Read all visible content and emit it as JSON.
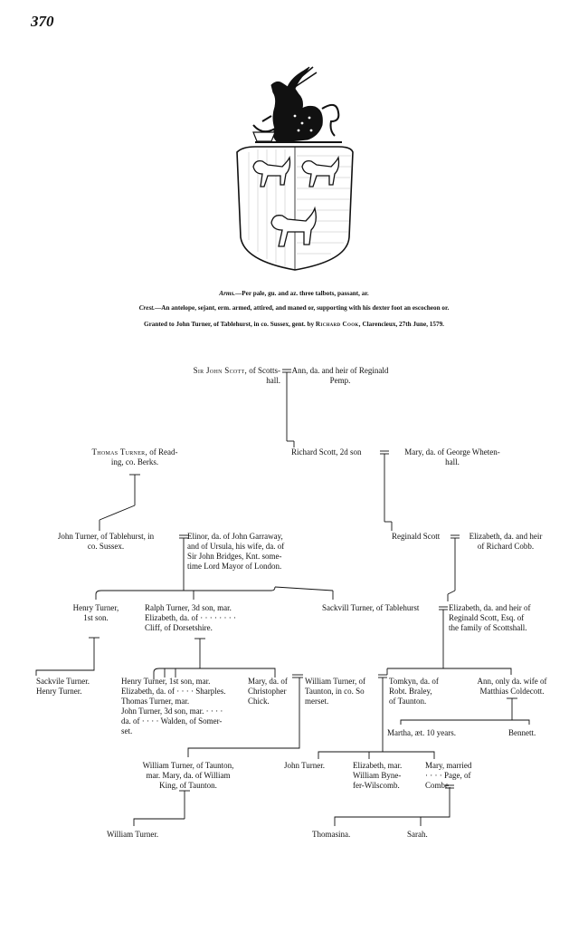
{
  "page_number": "370",
  "arms": {
    "arms_label": "Arms.",
    "arms_text": "—Per pale, gu. and az. three talbots, passant, ar.",
    "crest_label": "Crest.",
    "crest_text": "—An antelope, sejant, erm. armed, attired, and maned or, supporting with his dexter foot an escocheon or.",
    "grant_text": "Granted to John Turner, of Tablehurst, in co. Sussex, gent. by",
    "grant_herald": "Richard Cook,",
    "grant_date": "Clarencieux, 27th June, 1579."
  },
  "pedigree": {
    "john_scott_name": "Sir John Scott,",
    "john_scott_rest": "of Scotts-\nhall.",
    "ann_pemp": "Ann, da. and heir of Reginald\nPemp.",
    "thomas_turner_name": "Thomas Turner,",
    "thomas_turner_rest": "of Read-\ning, co. Berks.",
    "richard_scott": "Richard Scott, 2d son",
    "mary_whetenhall": "Mary, da. of George Wheten-\nhall.",
    "john_turner": "John Turner, of Tablehurst, in\nco. Sussex.",
    "elinor": "Elinor, da. of John Garraway,\nand of Ursula, his wife, da. of\nSir John Bridges, Knt. some-\ntime Lord Mayor of London.",
    "reginald_scott": "Reginald Scott",
    "elizabeth_cobb": "Elizabeth, da. and heir\nof Richard Cobb.",
    "henry_turner": "Henry Turner,\n1st son.",
    "ralph_turner": "Ralph Turner, 3d son, mar.\nElizabeth, da. of · · · · · · · ·\nCliff, of Dorsetshire.",
    "sackvill_turner": "Sackvill Turner, of Tablehurst",
    "elizabeth_scott": "Elizabeth, da. and heir of\nReginald Scott, Esq. of\nthe family of Scottshall.",
    "sackvile_henry": "Sackvile Turner.\nHenry Turner.",
    "henry_1st": "Henry Turner, 1st son, mar.\nElizabeth, da. of · · · · Sharples.\nThomas Turner, mar.\nJohn Turner, 3d son, mar. · · · ·\nda. of · · · · Walden, of Somer-\nset.",
    "mary_chick": "Mary, da. of\nChristopher\nChick.",
    "william_turner_taunton": "William Turner, of\nTaunton, in co. So\nmerset.",
    "tomkyn": "Tomkyn, da. of\nRobt. Braley,\nof Taunton.",
    "ann_coldecott": "Ann, only da. wife of\nMatthias Coldecott.",
    "martha": "Martha, æt. 10 years.",
    "bennett": "Bennett.",
    "william_turner_king": "William Turner, of Taunton,\nmar. Mary, da. of William\nKing, of Taunton.",
    "john_turner_2": "John Turner.",
    "elizabeth_byne": "Elizabeth, mar.\nWilliam Byne-\nfer-Wilscomb.",
    "mary_page": "Mary, married\n· · · · Page, of\nCombe.",
    "william_turner_last": "William Turner.",
    "thomasina": "Thomasina.",
    "sarah": "Sarah."
  }
}
